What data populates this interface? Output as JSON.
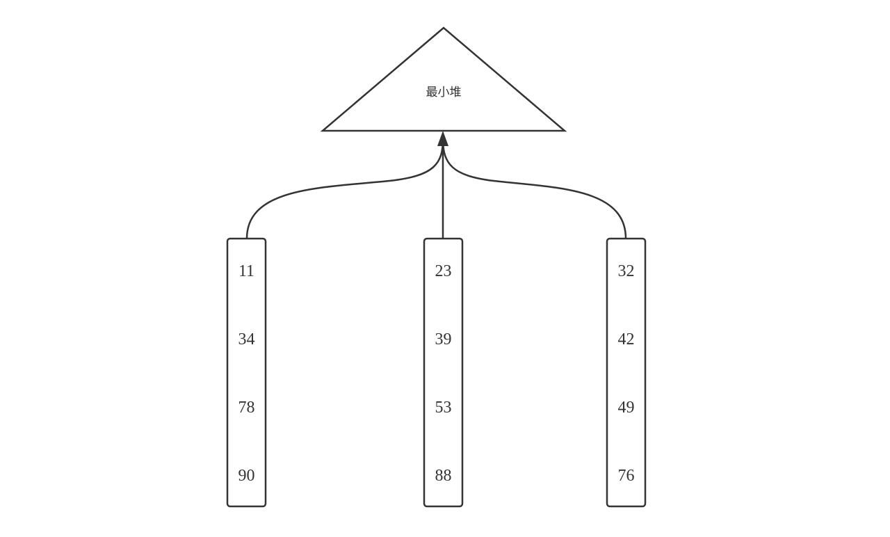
{
  "heap": {
    "label": "最小堆"
  },
  "arrays": [
    {
      "values": [
        "11",
        "34",
        "78",
        "90"
      ]
    },
    {
      "values": [
        "23",
        "39",
        "53",
        "88"
      ]
    },
    {
      "values": [
        "32",
        "42",
        "49",
        "76"
      ]
    }
  ],
  "colors": {
    "stroke": "#333333",
    "background": "#ffffff"
  }
}
